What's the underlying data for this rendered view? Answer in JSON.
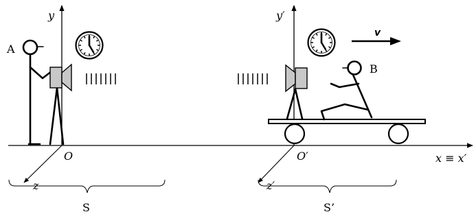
{
  "labels": {
    "y_axis": "y",
    "y_prime_axis": "y′",
    "observer_a": "A",
    "observer_b": "B",
    "origin": "O",
    "origin_prime": "O′",
    "x_axis": "x ≡ x′",
    "z_axis": "z",
    "z_prime_axis": "z′",
    "velocity": "v",
    "frame_s": "S",
    "frame_s_prime": "S’"
  },
  "colors": {
    "ink": "#000000",
    "camera_gray": "#c8c8c8",
    "background": "#ffffff"
  },
  "icons": [
    "stick-figure",
    "camera",
    "clock",
    "light-pulse",
    "cart"
  ]
}
